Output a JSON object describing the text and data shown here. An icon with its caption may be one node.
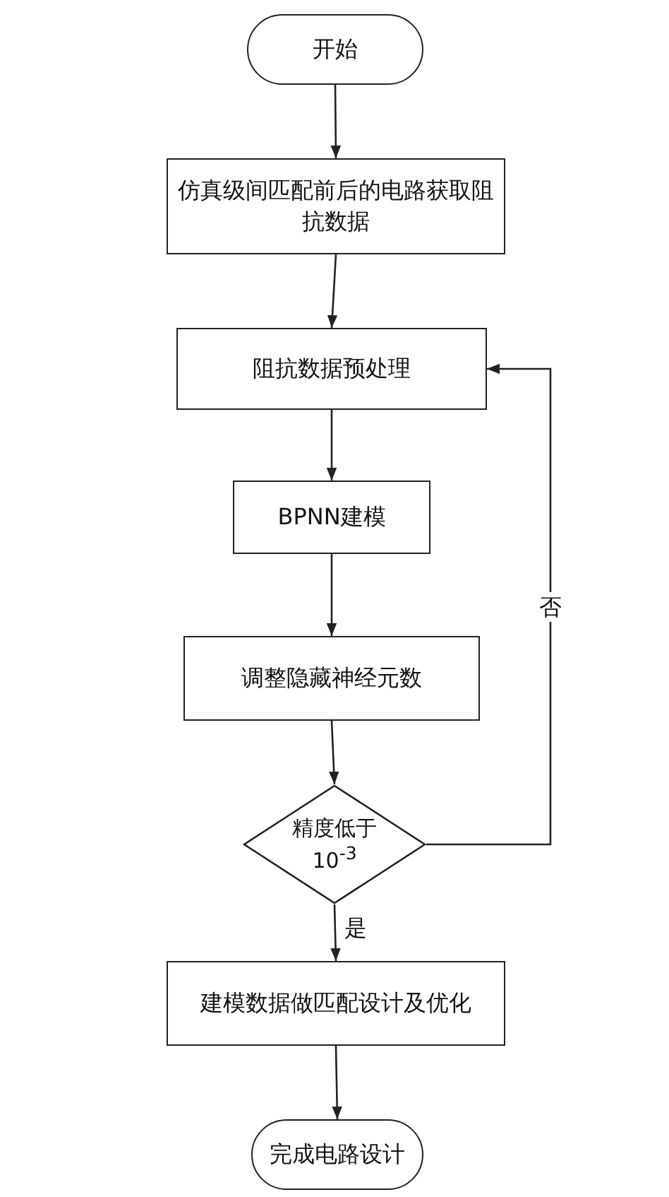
{
  "diagram": {
    "nodes": [
      {
        "text": [
          "开始"
        ]
      },
      {
        "text": [
          "仿真级间匹配前后的电路获取阻抗数据"
        ]
      },
      {
        "text": [
          "阻抗数据预处理"
        ]
      },
      {
        "text": [
          "BPNN建模"
        ]
      },
      {
        "text": [
          "调整隐藏神经元数"
        ]
      },
      {
        "text": [
          "精度低于10$^{-3}$"
        ]
      },
      {
        "text": [
          "建模数据做匹配设计及优化"
        ]
      },
      {
        "text": [
          "完成电路设计"
        ]
      }
    ],
    "edges": [
      {
        "from": 0,
        "to": 1,
        "arrow": "to"
      },
      {
        "from": 1,
        "to": 2,
        "arrow": "to"
      },
      {
        "from": 2,
        "to": 3,
        "arrow": "to"
      },
      {
        "from": 3,
        "to": 4,
        "arrow": "to"
      },
      {
        "from": 4,
        "to": 5,
        "arrow": "to"
      },
      {
        "from": 5,
        "to": 6,
        "arrow": "to",
        "label": "是"
      },
      {
        "from": 5,
        "to": 2,
        "arrow": "to",
        "label": "否"
      },
      {
        "from": 6,
        "to": 7,
        "arrow": "to"
      }
    ]
  }
}
